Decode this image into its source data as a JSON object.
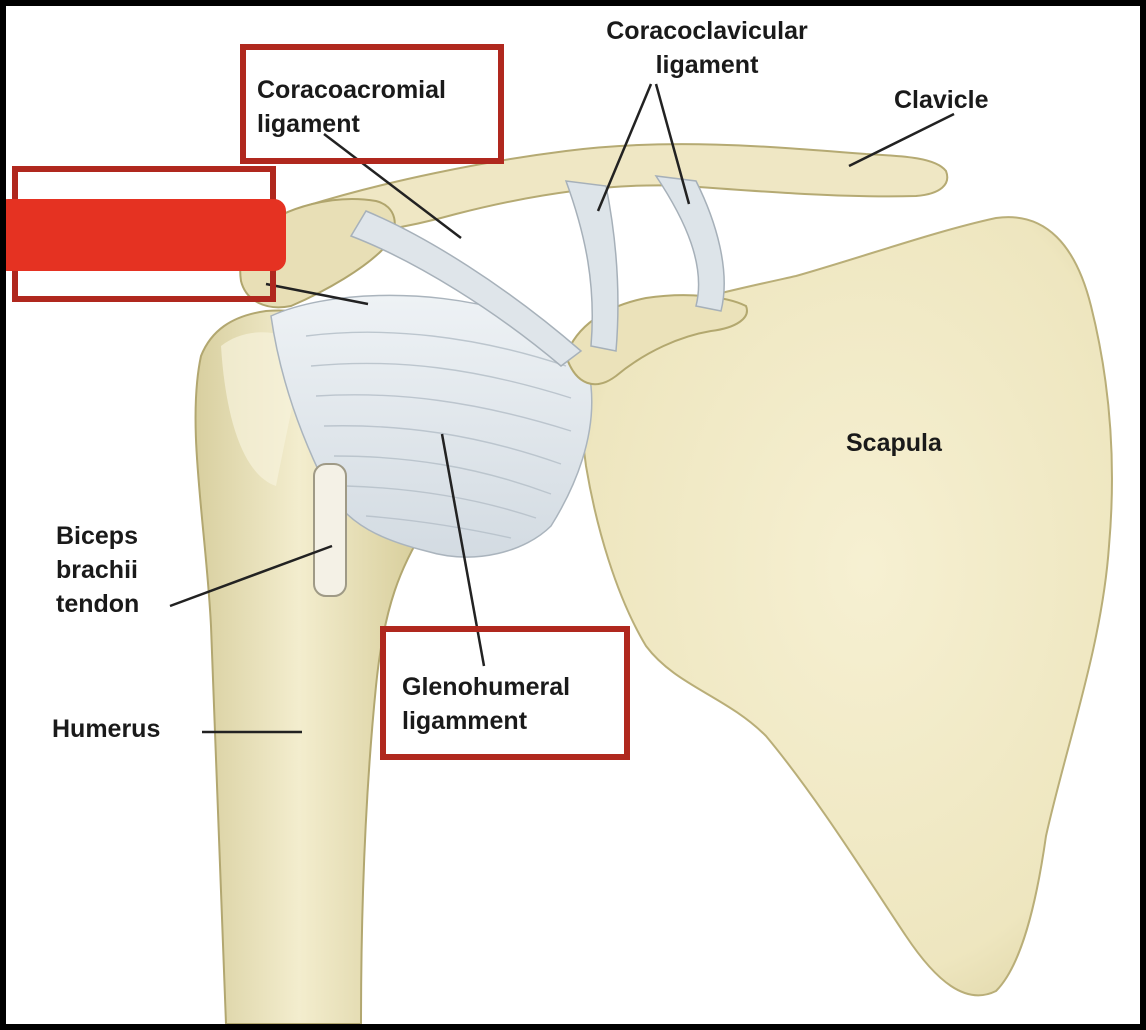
{
  "labels": {
    "coracoacromial": [
      "Coracoacromial",
      "ligament"
    ],
    "coracoclavicular": [
      "Coracoclavicular",
      "ligament"
    ],
    "clavicle": [
      "Clavicle"
    ],
    "scapula": [
      "Scapula"
    ],
    "biceps": [
      "Biceps",
      "brachii",
      "tendon"
    ],
    "humerus": [
      "Humerus"
    ],
    "glenohumeral": [
      "Glenohumeral",
      "ligamment"
    ]
  },
  "colors": {
    "bone": "#efe7c4",
    "bone_shadow": "#cfc595",
    "ligament": "#e6ebef",
    "highlight_box": "#b0281e",
    "redaction": "#e53222",
    "frame": "#000000",
    "text": "#1a1a1a"
  }
}
